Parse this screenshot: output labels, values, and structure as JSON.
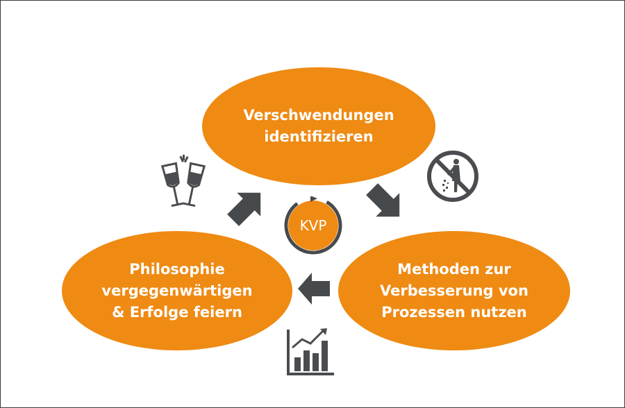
{
  "top_node": {
    "label": "Verschwendungen\nidentifizieren"
  },
  "left_node": {
    "label": "Philosophie\nvergegenwärtigen\n& Erfolge feiern"
  },
  "right_node": {
    "label": "Methoden zur\nVerbesserung von\nProzessen nutzen"
  },
  "center_node": {
    "label": "KVP"
  },
  "colors": {
    "node": "#ef8a13",
    "arrow": "#474a4d",
    "icon": "#4a4c4f",
    "text": "#ffffff"
  },
  "icons": [
    "champagne-glasses-icon",
    "no-littering-icon",
    "bar-chart-growth-icon"
  ]
}
